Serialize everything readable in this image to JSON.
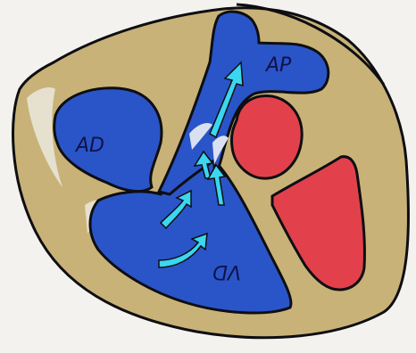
{
  "labels": {
    "left_atrium_label": "AD",
    "pulmonary_artery_label": "AP",
    "ventricle_label": "VD"
  },
  "colors": {
    "paper": "#f4f2ee",
    "tissue": "#c8b278",
    "blue_chamber": "#2a55c9",
    "red_chamber": "#e2414c",
    "arrow": "#3bd6ef",
    "ink": "#0e0e12"
  },
  "icons": {
    "flow_arrows": "arrow-icon"
  }
}
